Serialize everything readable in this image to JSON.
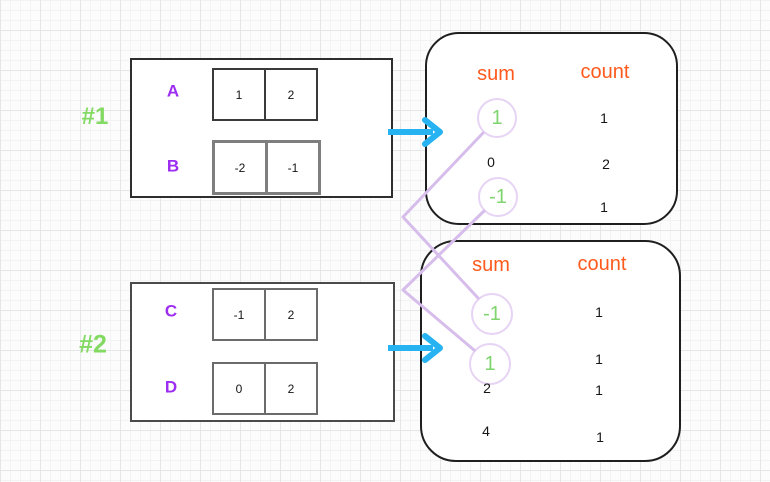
{
  "diagram": {
    "groups": [
      {
        "label": "#1",
        "arrays": [
          {
            "name": "A",
            "cells": [
              "1",
              "2"
            ]
          },
          {
            "name": "B",
            "cells": [
              "-2",
              "-1"
            ]
          }
        ]
      },
      {
        "label": "#2",
        "arrays": [
          {
            "name": "C",
            "cells": [
              "-1",
              "2"
            ]
          },
          {
            "name": "D",
            "cells": [
              "0",
              "2"
            ]
          }
        ]
      }
    ],
    "tables": [
      {
        "sum_header": "sum",
        "count_header": "count",
        "rows": [
          {
            "sum": "1",
            "count": "1",
            "highlighted": true
          },
          {
            "sum": "0",
            "count": "2",
            "highlighted": false
          },
          {
            "sum": "-1",
            "count": "1",
            "highlighted": true
          }
        ]
      },
      {
        "sum_header": "sum",
        "count_header": "count",
        "rows": [
          {
            "sum": "-1",
            "count": "1",
            "highlighted": true
          },
          {
            "sum": "1",
            "count": "1",
            "highlighted": true
          },
          {
            "sum": "2",
            "count": "1",
            "highlighted": false
          },
          {
            "sum": "4",
            "count": "1",
            "highlighted": false
          }
        ]
      }
    ],
    "connections": [
      {
        "from": "table-1 sum 1",
        "to": "table-2 sum -1"
      },
      {
        "from": "table-1 sum -1",
        "to": "table-2 sum 1"
      }
    ],
    "colors": {
      "group_label_green": "#83da62",
      "array_name_purple": "#9d2df0",
      "header_orange": "#ff5a1e",
      "highlight_green": "#7ed46d",
      "connector_lavender": "#d6bdeb",
      "circle_lavender": "#e7d4f4",
      "arrow_cyan": "#27b3f2"
    }
  }
}
